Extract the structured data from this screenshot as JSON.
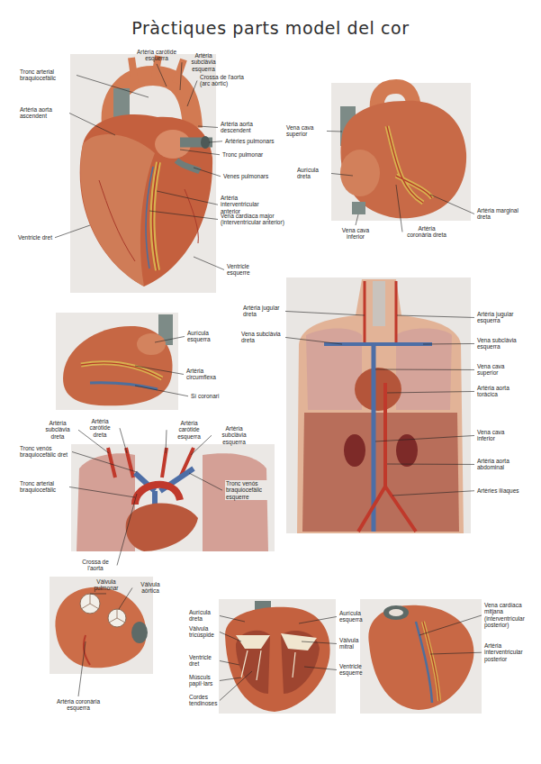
{
  "diagram": {
    "title": "Pràctiques parts model del cor",
    "labels": [
      "Artèria caròtide esquerra",
      "Artèria subclàvia esquerra",
      "Tronc arterial braquiocefàlic",
      "Crossa de l'aorta (arc aòrtic)",
      "Artèria aorta ascendent",
      "Artèria aorta descendent",
      "Artèries pulmonars",
      "Tronc pulmonar",
      "Venes pulmonars",
      "Artèria interventricular anterior",
      "Vena cardíaca major (interventricular anterior)",
      "Ventricle dret",
      "Ventricle esquerre",
      "Vena cava superior",
      "Aurícula dreta",
      "Artèria marginal dreta",
      "Vena cava inferior",
      "Artèria coronària dreta",
      "Aurícula esquerra",
      "Artèria circumflexa",
      "Sí coronari",
      "Artèria jugular dreta",
      "Artèria jugular esquerra",
      "Vena subclàvia dreta",
      "Vena subclàvia esquerra",
      "Vena cava superior",
      "Artèria aorta toràcica",
      "Vena cava inferior",
      "Artèria aorta abdominal",
      "Artèries ilíaques",
      "Artèria subclàvia dreta",
      "Artèria caròtide dreta",
      "Artèria caròtide esquerra",
      "Artèria subclàvia esquerra",
      "Tronc venós braquiocefàlic dret",
      "Tronc arterial braquiocefàlic",
      "Tronc venós braquiocefàlic esquerre",
      "Crossa de l'aorta",
      "Vàlvula pulmonar",
      "Vàlvula aòrtica",
      "Artèria coronària esquerra",
      "Aurícula dreta",
      "Vàlvula tricúspide",
      "Ventricle dret",
      "Músculs papil·lars",
      "Cordes tendinoses",
      "Aurícula esquerra",
      "Vàlvula mitral",
      "Ventricle esquerre",
      "Vena cardíaca mitjana (interventricular posterior)",
      "Artèria interventricular posterior"
    ]
  }
}
